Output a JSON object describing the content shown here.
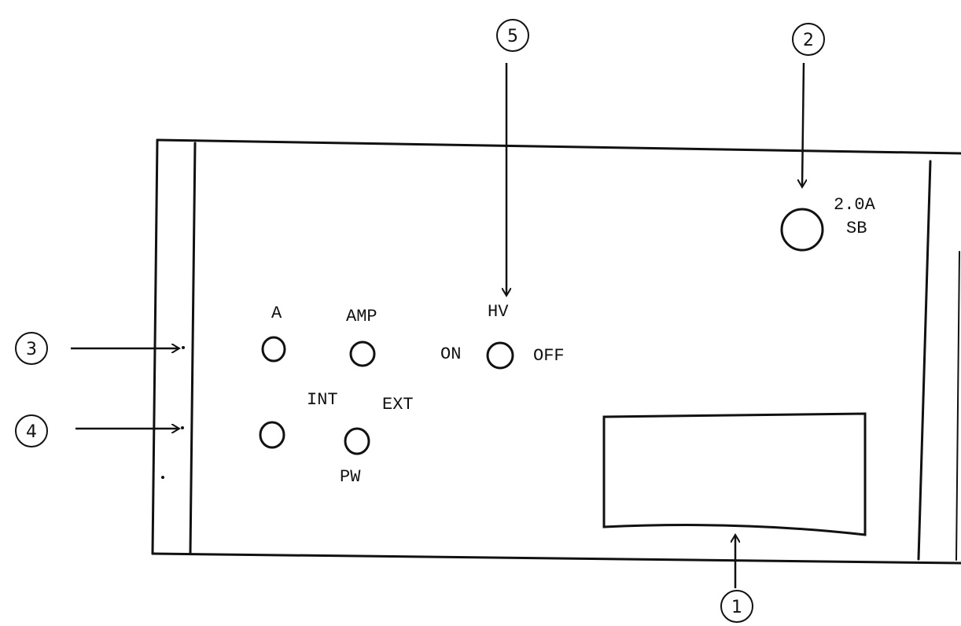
{
  "panel": {
    "labels": {
      "a": "A",
      "amp": "AMP",
      "hv": "HV",
      "on": "ON",
      "off": "OFF",
      "int": "INT",
      "ext": "EXT",
      "pw": "PW",
      "fuse_rating": "2.0A",
      "fuse_type": "SB"
    }
  },
  "callouts": [
    "1",
    "2",
    "3",
    "4",
    "5"
  ],
  "colors": {
    "ink": "#111111",
    "background": "#ffffff"
  }
}
